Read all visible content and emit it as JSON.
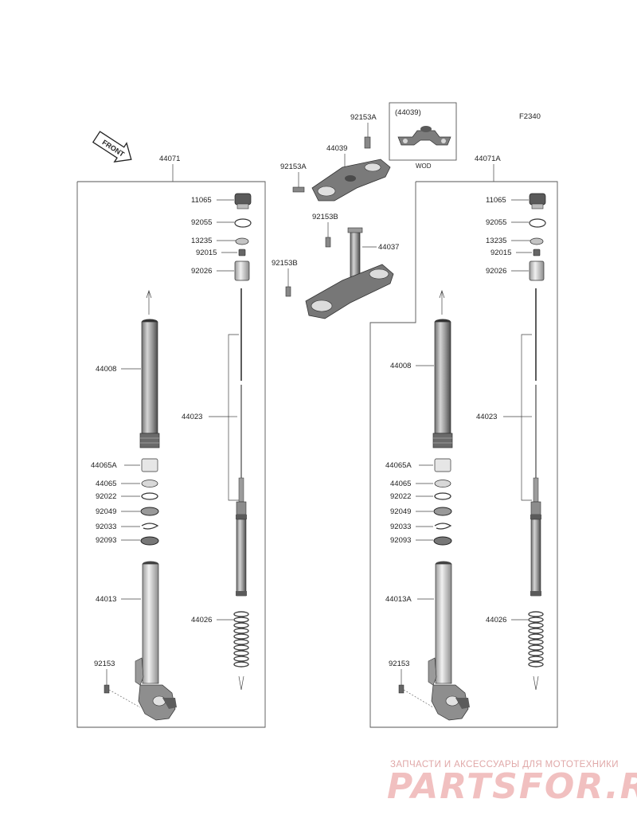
{
  "figure_code": "F2340",
  "front_arrow_label": "FRONT",
  "inset": {
    "ref": "(44039)",
    "caption": "WOD"
  },
  "top_labels": {
    "clamp_bolt_top": "92153A",
    "upper_bracket": "44039",
    "clamp_bolt_left": "92153A",
    "lower_bolt_top": "92153B",
    "steering_stem": "44037",
    "lower_bolt_left": "92153B"
  },
  "left_fork": {
    "assembly": "44071",
    "cap_bolt": "11065",
    "o_ring": "92055",
    "washer": "13235",
    "nut": "92015",
    "collar": "92026",
    "inner_tube": "44008",
    "cylinder": "44023",
    "bushing_a": "44065A",
    "bushing": "44065",
    "washer_seal": "92022",
    "oil_seal": "92049",
    "circlip": "92033",
    "dust_seal": "92093",
    "outer_tube": "44013",
    "spring": "44026",
    "bolt": "92153"
  },
  "right_fork": {
    "assembly": "44071A",
    "cap_bolt": "11065",
    "o_ring": "92055",
    "washer": "13235",
    "nut": "92015",
    "collar": "92026",
    "inner_tube": "44008",
    "cylinder": "44023",
    "bushing_a": "44065A",
    "bushing": "44065",
    "washer_seal": "92022",
    "oil_seal": "92049",
    "circlip": "92033",
    "dust_seal": "92093",
    "outer_tube": "44013A",
    "spring": "44026",
    "bolt": "92153"
  },
  "watermark": {
    "tagline": "ЗАПЧАСТИ И АКСЕССУАРЫ ДЛЯ МОТОТЕХНИКИ",
    "brand": "PARTSFOR.RU"
  }
}
